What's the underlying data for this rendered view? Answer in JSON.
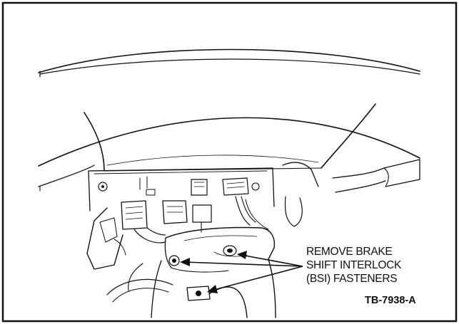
{
  "callout": {
    "line1": "REMOVE BRAKE",
    "line2": "SHIFT INTERLOCK",
    "line3": "(BSI) FASTENERS"
  },
  "reference_code": "TB-7938-A",
  "colors": {
    "ink": "#111111",
    "paper": "#ffffff"
  }
}
